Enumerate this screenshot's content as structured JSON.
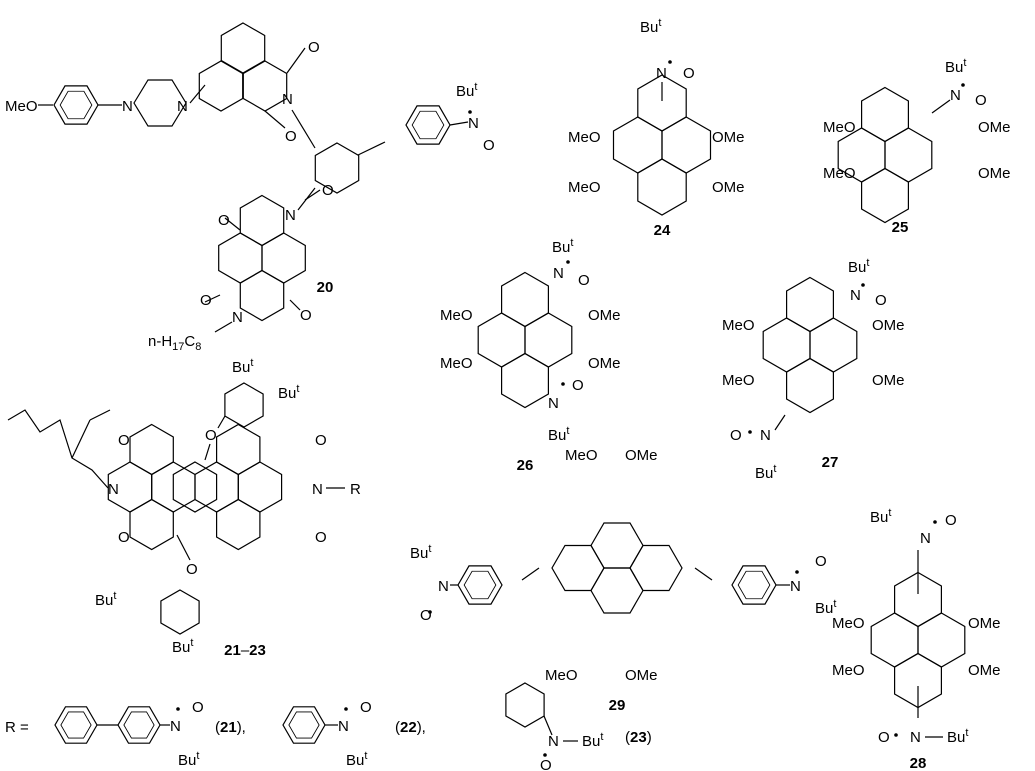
{
  "labels": {
    "bu": "Bu",
    "t": "t",
    "meo": "MeO",
    "ome": "OMe",
    "n": "N",
    "o": "O",
    "r": "R",
    "r_eq": "R =",
    "octyl_prefix": "n-H",
    "octyl_h": "17",
    "octyl_c": "C",
    "octyl_cn": "8"
  },
  "compounds": {
    "c20": "20",
    "c21_23": "21",
    "dash": "–",
    "c23b": "23",
    "c24": "24",
    "c25": "25",
    "c26": "26",
    "c27": "27",
    "c28": "28",
    "c29": "29"
  },
  "r_groups": {
    "open": "(",
    "close_comma": "),",
    "close": ")",
    "r21": "21",
    "r22": "22",
    "r23": "23"
  }
}
